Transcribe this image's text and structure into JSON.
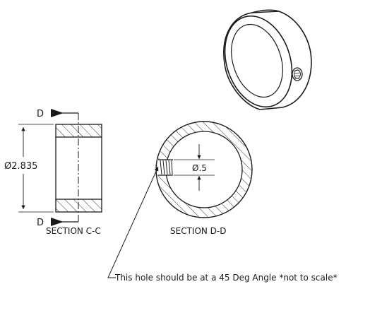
{
  "drawing": {
    "section_markers": {
      "top": "D",
      "bottom": "D"
    },
    "dimensions": {
      "outer_diameter": "Ø2.835",
      "hole_diameter": "Ø.5"
    },
    "views": {
      "section_cc_title": "SECTION C-C",
      "section_dd_title": "SECTION D-D"
    },
    "note": "This hole should be at a 45 Deg Angle *not to scale*"
  }
}
